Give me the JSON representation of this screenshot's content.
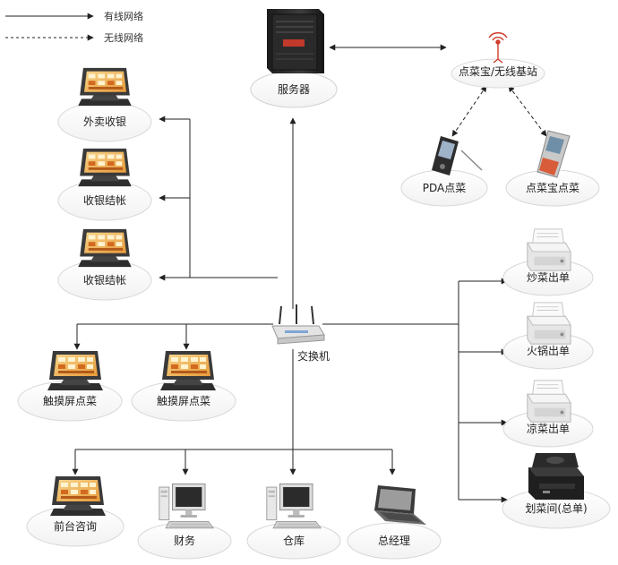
{
  "legend": {
    "wired": "有线网络",
    "wireless": "无线网络"
  },
  "nodes": {
    "server": "服务器",
    "wireless_base": "点菜宝/无线基站",
    "pda": "PDA点菜",
    "phone": "点菜宝点菜",
    "takeout_pos": "外卖收银",
    "checkout_pos_1": "收银结帐",
    "checkout_pos_2": "收银结帐",
    "switch": "交换机",
    "touch_order_1": "触摸屏点菜",
    "touch_order_2": "触摸屏点菜",
    "printer_stirfry": "炒菜出单",
    "printer_hotpot": "火锅出单",
    "printer_cold": "凉菜出单",
    "printer_master": "划菜间(总单)",
    "front_desk": "前台咨询",
    "finance": "财务",
    "warehouse": "仓库",
    "manager": "总经理"
  },
  "colors": {
    "line": "#222222",
    "ellipse_shadow": "#d9d9d9",
    "server": "#2b2b2b",
    "server_accent": "#c0392b",
    "antenna": "#d13b2b",
    "pos_screen": "#f3c26b",
    "pos_body": "#3a3a3a"
  }
}
